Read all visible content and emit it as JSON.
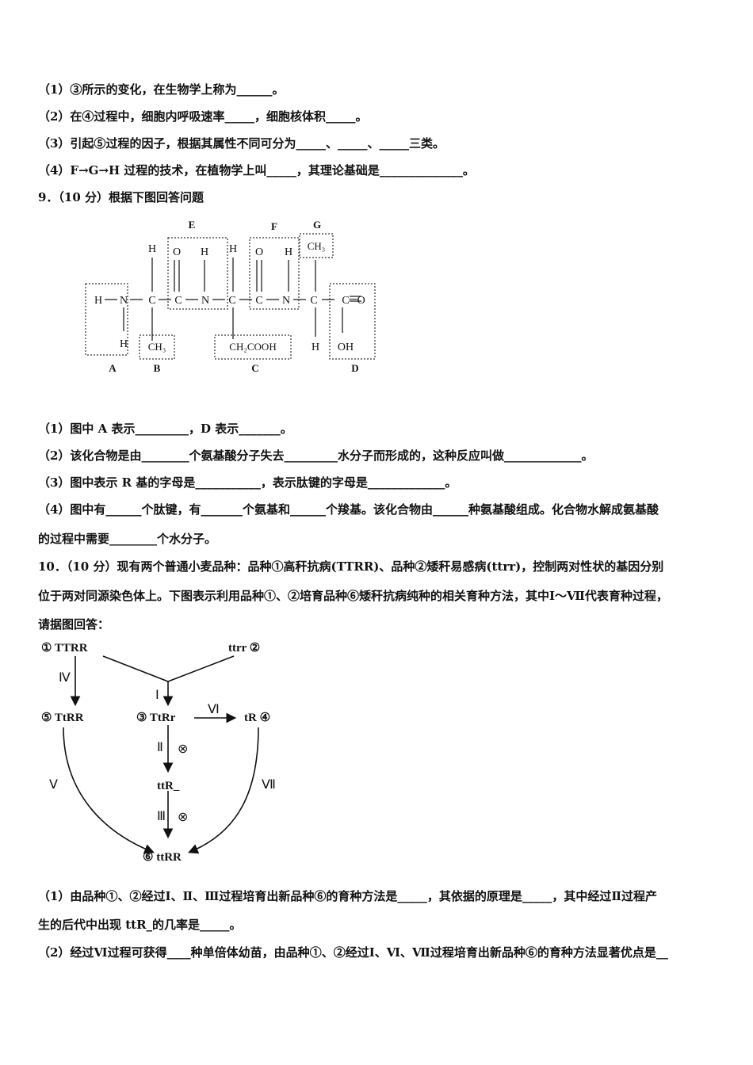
{
  "q8": {
    "l1": "（1）③所示的变化，在生物学上称为______。",
    "l2": "（2）在④过程中，细胞内呼吸速率_____，细胞核体积_____。",
    "l3": "（3）引起⑤过程的因子，根据其属性不同可分为_____、_____、_____三类。",
    "l4": "（4）F→G→H 过程的技术，在植物学上叫_____，其理论基础是______________。"
  },
  "q9": {
    "header": "9．（10 分）根据下图回答问题",
    "diagram": {
      "box_labels": [
        "E",
        "F",
        "G",
        "A",
        "B",
        "C",
        "D"
      ],
      "atoms": {
        "H": "H",
        "N": "N",
        "C": "C",
        "O": "O",
        "dash": "—",
        "CH3": "CH₃",
        "CH2COOH": "CH₂COOH",
        "CO": "C═O",
        "OH": "OH"
      }
    },
    "l1": "（1）图中 A 表示_________，D 表示_______。",
    "l2": "（2）该化合物是由________个氨基酸分子失去_________水分子而形成的，这种反应叫做_____________。",
    "l3": "（3）图中表示 R 基的字母是___________，表示肽键的字母是_____________。",
    "l4": "（4）图中有______个肽键，有_______个氨基和______个羧基。该化合物由______种氨基酸组成。化合物水解成氨基酸",
    "l5": "的过程中需要________个水分子。"
  },
  "q10": {
    "header1": "10．（10 分）现有两个普通小麦品种：品种①高秆抗病(TTRR)、品种②矮秆易感病(ttrr)，控制两对性状的基因分别",
    "header2": "位于两对同源染色体上。下图表示利用品种①、②培育品种⑥矮秆抗病纯种的相关育种方法，其中Ⅰ～Ⅶ代表育种过程，",
    "header3": "请据图回答：",
    "diagram": {
      "n1": "① TTRR",
      "n2": "ttrr ②",
      "n3": "③ TtRr",
      "n4": "tR ④",
      "n5": "⑤ TtRR",
      "n6": "⑥ ttRR",
      "mid": "ttR_",
      "I": "Ⅰ",
      "II": "Ⅱ",
      "III": "Ⅲ",
      "IV": "Ⅳ",
      "V": "Ⅴ",
      "VI": "Ⅵ",
      "VII": "Ⅶ",
      "self": "⊗"
    },
    "l1": "（1）由品种①、②经过Ⅰ、Ⅱ、Ⅲ过程培育出新品种⑥的育种方法是_____，其依据的原理是_____，其中经过Ⅱ过程产",
    "l2": "生的后代中出现 ttR_的几率是_____。",
    "l3": "（2）经过Ⅵ过程可获得____种单倍体幼苗，由品种①、②经过Ⅰ、Ⅵ、Ⅶ过程培育出新品种⑥的育种方法显著优点是__"
  }
}
